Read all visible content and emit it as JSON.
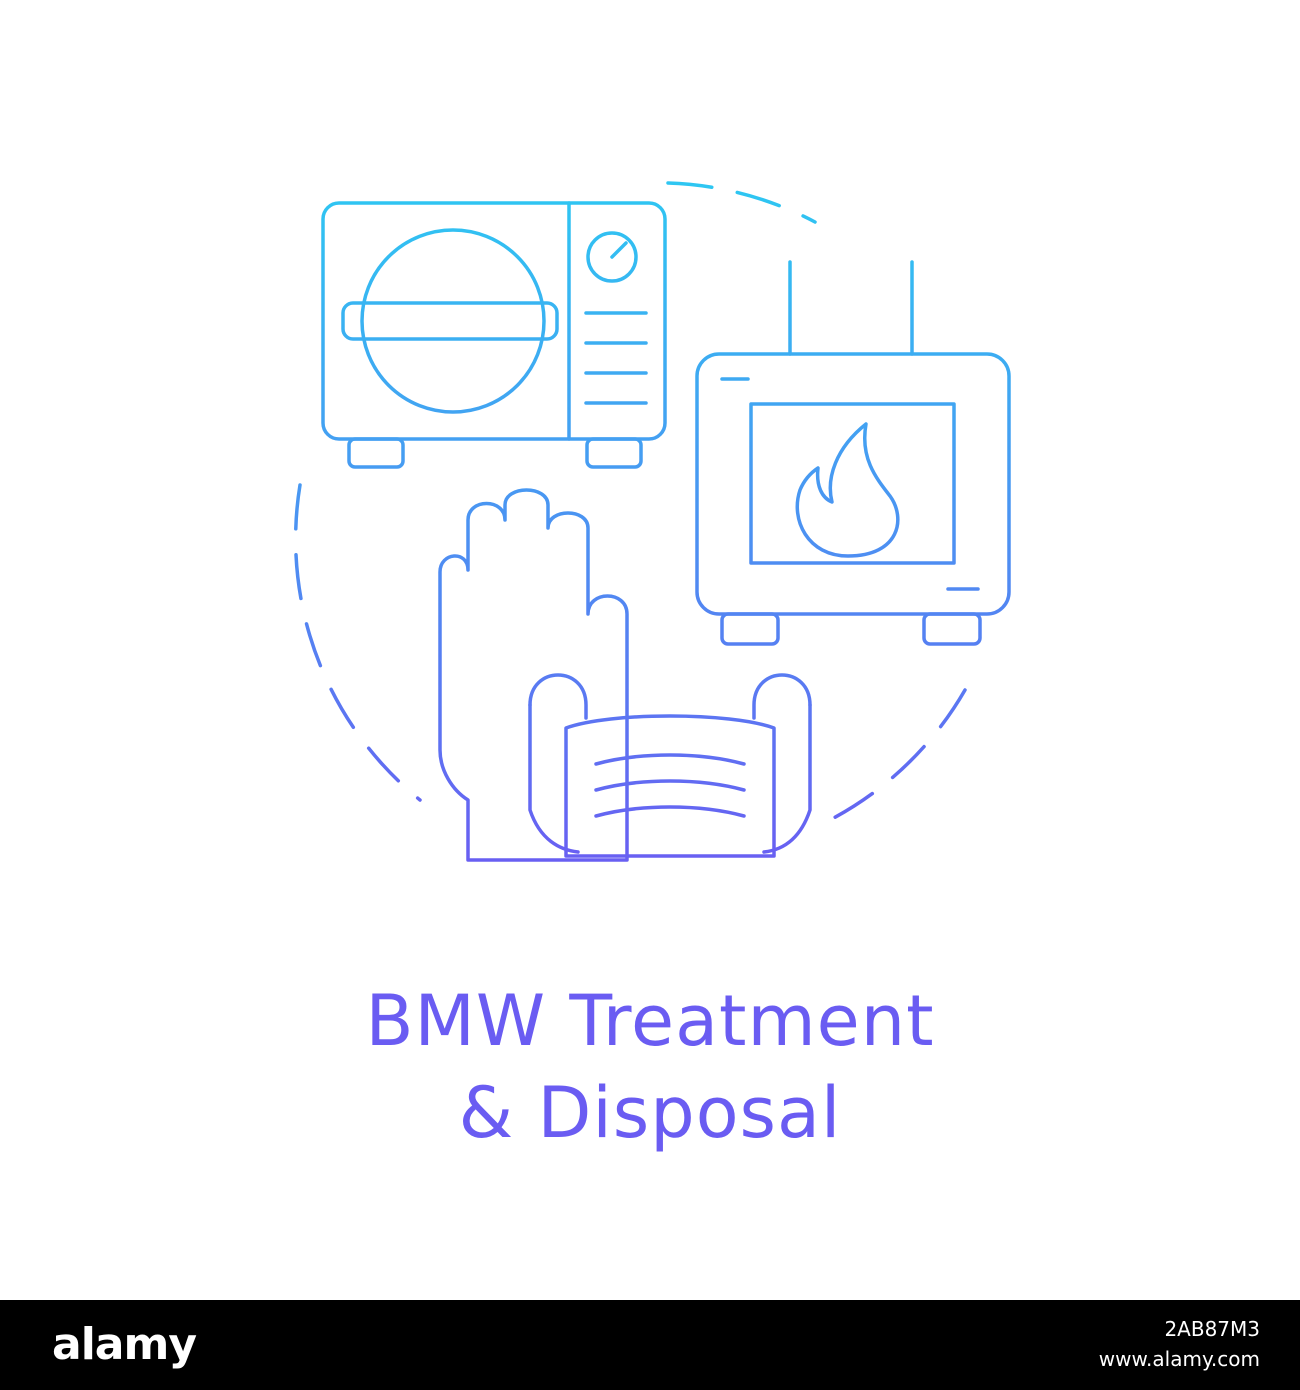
{
  "title": {
    "line1": "BMW Treatment",
    "line2": "& Disposal"
  },
  "footer": {
    "logo": "alamy",
    "image_id": "2AB87M3",
    "site": "www.alamy.com"
  },
  "icons": [
    "autoclave-icon",
    "incinerator-icon",
    "fire-icon",
    "medical-glove-icon",
    "face-mask-icon",
    "dashed-circle"
  ],
  "colors": {
    "gradient_top": "#2ec6f2",
    "gradient_bottom": "#6a5cf2",
    "title": "#6a5cf2",
    "background": "#ffffff",
    "footer_background": "#000000",
    "footer_text": "#ffffff"
  }
}
